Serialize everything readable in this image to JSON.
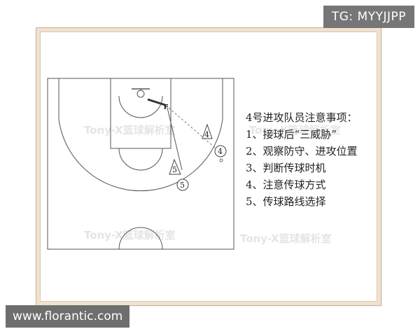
{
  "tags": {
    "telegram": "TG: MYYJJPP",
    "site": "www.florantic.com"
  },
  "notes": {
    "title": "4号进攻队员注意事项：",
    "items": [
      "1、接球后“三威胁”",
      "2、观察防守、进攻位置",
      "3、判断传球时机",
      "4、注意传球方式",
      "5、传球路线选择"
    ]
  },
  "players": {
    "offense_4": "4",
    "offense_5": "5",
    "defense_4": "4",
    "defense_5": "5",
    "defender_marker": "F"
  },
  "watermark": "Tony-X篮球解析室",
  "colors": {
    "frame_fill": "#efe2cf",
    "frame_edge": "#c9b397",
    "court_line": "#444444",
    "tag_bg": "#767676"
  }
}
